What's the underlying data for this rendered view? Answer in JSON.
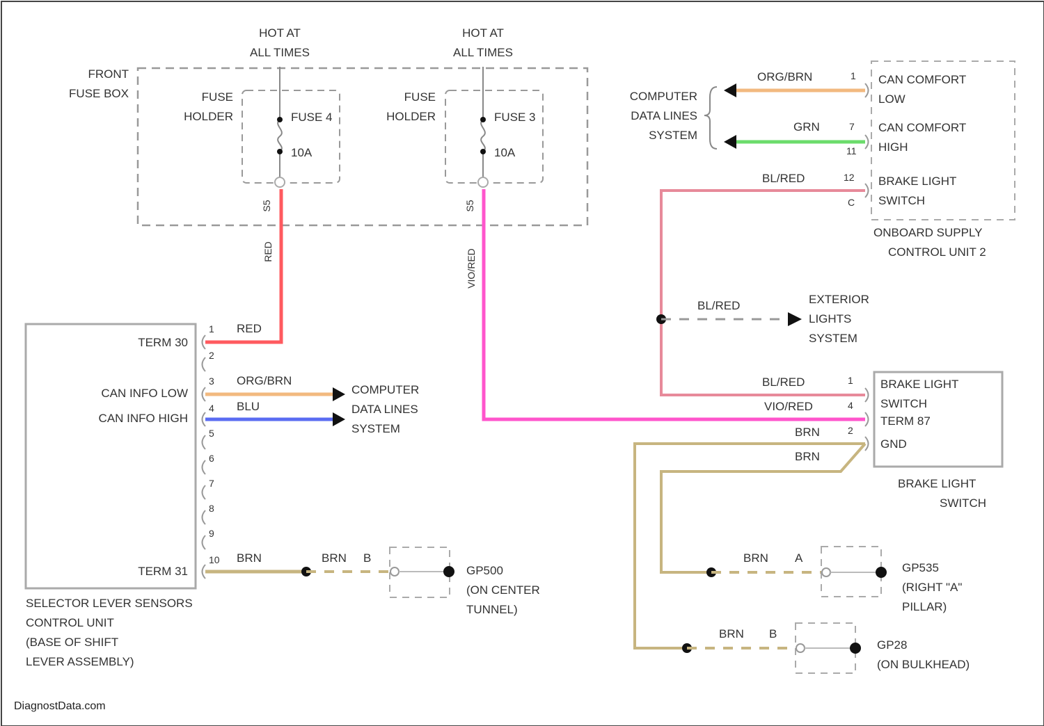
{
  "colors": {
    "red": "#ff5a5f",
    "pink": "#ff55cc",
    "orange": "#f2b97f",
    "blue": "#5a6cf2",
    "green": "#6cdc6c",
    "redpink": "#e78a9a",
    "brown": "#c7b580",
    "black": "#111111",
    "dashed": "#999999"
  },
  "fuse_box": {
    "label_line1": "FRONT",
    "label_line2": "FUSE BOX",
    "hot1_line1": "HOT AT",
    "hot1_line2": "ALL TIMES",
    "hot2_line1": "HOT AT",
    "hot2_line2": "ALL TIMES",
    "holder1_line1": "FUSE",
    "holder1_line2": "HOLDER",
    "holder2_line1": "FUSE",
    "holder2_line2": "HOLDER",
    "fuse1_name": "FUSE 4",
    "fuse1_rating": "10A",
    "fuse2_name": "FUSE 3",
    "fuse2_rating": "10A",
    "fuse1_pin": "S5",
    "fuse2_pin": "S5"
  },
  "wires": {
    "red_label": "RED",
    "vio_label": "VIO/RED",
    "red_pin": "1",
    "red_text": "RED",
    "org_brn": "ORG/BRN",
    "blu": "BLU",
    "brn": "BRN",
    "bl_red": "BL/RED"
  },
  "selector": {
    "term30": "TERM 30",
    "can_low": "CAN INFO LOW",
    "can_high": "CAN INFO HIGH",
    "term31": "TERM 31",
    "pins": [
      "2",
      "3",
      "4",
      "5",
      "6",
      "7",
      "8",
      "9",
      "10"
    ],
    "title_line1": "SELECTOR LEVER SENSORS",
    "title_line2": "CONTROL UNIT",
    "title_line3": "(BASE OF SHIFT",
    "title_line4": "LEVER ASSEMBLY)"
  },
  "computer_data_lines_left": {
    "line1": "COMPUTER",
    "line2": "DATA LINES",
    "line3": "SYSTEM"
  },
  "gp_center": {
    "pin": "B",
    "line1": "GP500",
    "line2": "(ON CENTER",
    "line3": "TUNNEL)"
  },
  "computer_data_lines_right": {
    "line1": "COMPUTER",
    "line2": "DATA LINES",
    "line3": "SYSTEM"
  },
  "onboard": {
    "pin_org": "1",
    "wire_org": "ORG/BRN",
    "can_low_line1": "CAN COMFORT",
    "can_low_line2": "LOW",
    "pin_grn": "7",
    "wire_grn": "GRN",
    "pin_grn_b": "11",
    "can_high_line1": "CAN COMFORT",
    "can_high_line2": "HIGH",
    "pin_bl": "12",
    "wire_bl": "BL/RED",
    "pin_c": "C",
    "brake_line1": "BRAKE LIGHT",
    "brake_line2": "SWITCH",
    "title_line1": "ONBOARD SUPPLY",
    "title_line2": "CONTROL UNIT 2"
  },
  "exterior": {
    "wire": "BL/RED",
    "line1": "EXTERIOR",
    "line2": "LIGHTS",
    "line3": "SYSTEM"
  },
  "brake_switch": {
    "wire_bl": "BL/RED",
    "pin_bl": "1",
    "wire_vio": "VIO/RED",
    "pin_vio": "4",
    "wire_brn1": "BRN",
    "pin_brn": "2",
    "wire_brn2": "BRN",
    "label_line1": "BRAKE LIGHT",
    "label_line2": "SWITCH",
    "label_line3": "TERM 87",
    "label_line4": "GND",
    "title_line1": "BRAKE LIGHT",
    "title_line2": "SWITCH"
  },
  "gp_right": {
    "wire": "BRN",
    "pin": "A",
    "line1": "GP535",
    "line2": "(RIGHT \"A\"",
    "line3": "PILLAR)"
  },
  "gp_bulkhead": {
    "wire": "BRN",
    "pin": "B",
    "line1": "GP28",
    "line2": "(ON BULKHEAD)"
  },
  "watermark": "DiagnostData.com"
}
